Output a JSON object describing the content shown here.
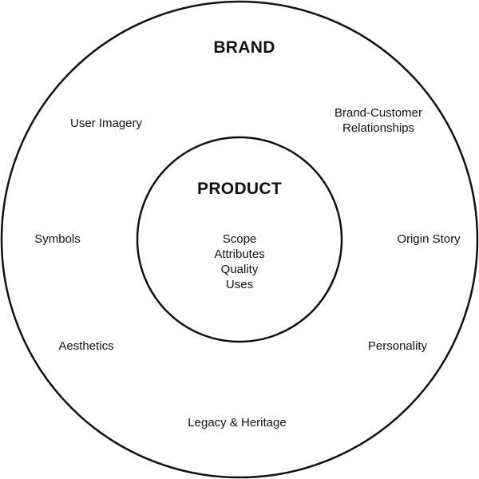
{
  "outer": {
    "title": "BRAND",
    "labels": {
      "user_imagery": "User Imagery",
      "brand_customer_line1": "Brand-Customer",
      "brand_customer_line2": "Relationships",
      "symbols": "Symbols",
      "origin_story": "Origin Story",
      "aesthetics": "Aesthetics",
      "personality": "Personality",
      "legacy_heritage": "Legacy & Heritage"
    }
  },
  "inner": {
    "title": "PRODUCT",
    "items": [
      "Scope",
      "Attributes",
      "Quality",
      "Uses"
    ]
  },
  "colors": {
    "stroke": "#111111",
    "background": "#ffffff"
  }
}
